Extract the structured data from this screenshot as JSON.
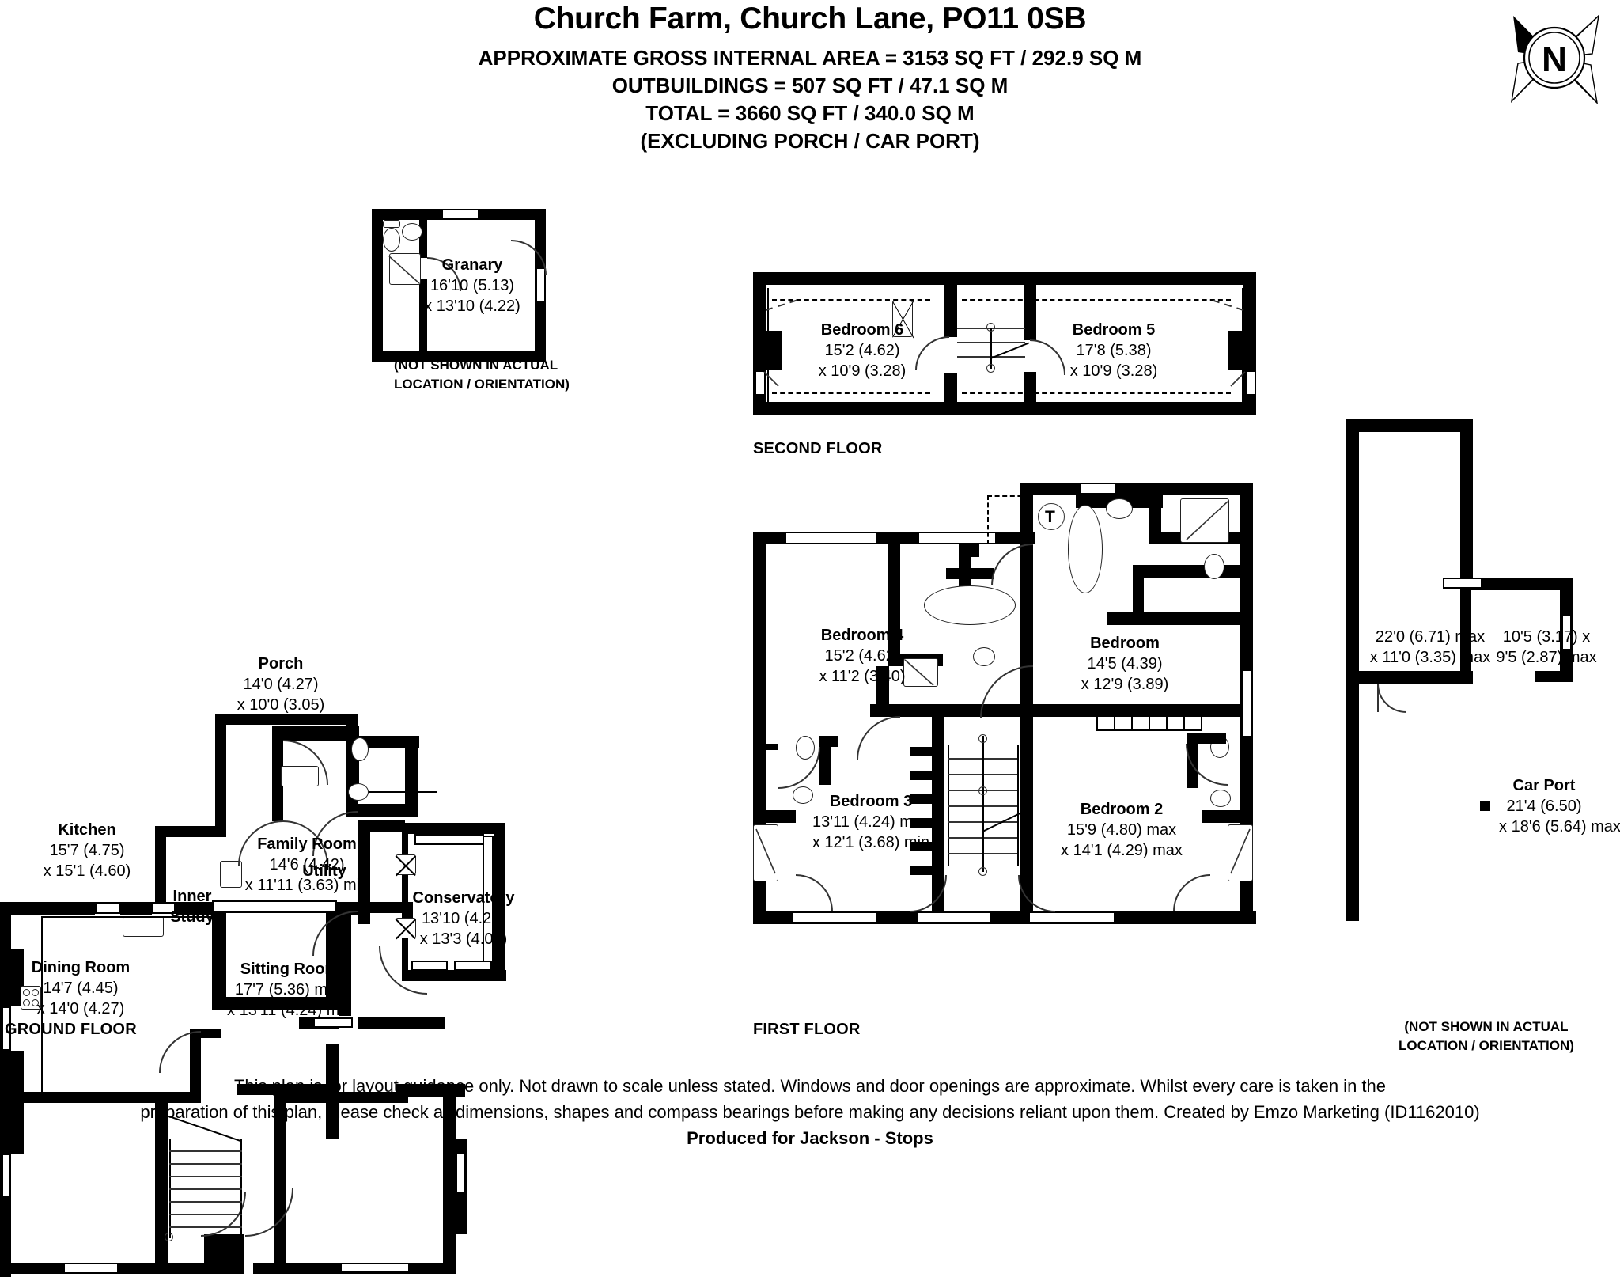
{
  "header": {
    "title": "Church Farm, Church Lane, PO11 0SB",
    "line1": "APPROXIMATE GROSS INTERNAL AREA = 3153 SQ FT / 292.9 SQ M",
    "line2": "OUTBUILDINGS = 507 SQ FT / 47.1 SQ M",
    "line3": "TOTAL = 3660 SQ FT / 340.0 SQ M",
    "line4": "(EXCLUDING PORCH / CAR PORT)",
    "compass_label": "N"
  },
  "floors": {
    "ground": "GROUND FLOOR",
    "first": "FIRST FLOOR",
    "second": "SECOND FLOOR",
    "granary_note_l1": "(NOT SHOWN IN ACTUAL",
    "granary_note_l2": "LOCATION / ORIENTATION)",
    "carport_note_l1": "(NOT SHOWN IN ACTUAL",
    "carport_note_l2": "LOCATION / ORIENTATION)"
  },
  "rooms": {
    "kitchen": {
      "name": "Kitchen",
      "d1": "15'7 (4.75)",
      "d2": "x 15'1 (4.60)"
    },
    "inner_study": {
      "name": "Inner",
      "d1": "Study",
      "d2": ""
    },
    "dining": {
      "name": "Dining Room",
      "d1": "14'7 (4.45)",
      "d2": "x 14'0 (4.27)"
    },
    "sitting": {
      "name": "Sitting Room",
      "d1": "17'7 (5.36) max",
      "d2": "x 13'11 (4.24) min"
    },
    "family": {
      "name": "Family Room",
      "d1": "14'6 (4.42)",
      "d2": "x 11'11 (3.63) min"
    },
    "utility": {
      "name": "Utility",
      "d1": "",
      "d2": ""
    },
    "porch": {
      "name": "Porch",
      "d1": "14'0 (4.27)",
      "d2": "x 10'0 (3.05)"
    },
    "conservatory": {
      "name": "Conservatory",
      "d1": "13'10 (4.22)",
      "d2": "x 13'3 (4.04)"
    },
    "granary": {
      "name": "Granary",
      "d1": "16'10 (5.13)",
      "d2": "x 13'10 (4.22)"
    },
    "bedroom6": {
      "name": "Bedroom 6",
      "d1": "15'2 (4.62)",
      "d2": "x 10'9 (3.28)"
    },
    "bedroom5": {
      "name": "Bedroom 5",
      "d1": "17'8 (5.38)",
      "d2": "x 10'9 (3.28)"
    },
    "bedroom4": {
      "name": "Bedroom 4",
      "d1": "15'2 (4.62)",
      "d2": "x 11'2 (3.40)"
    },
    "bedroom": {
      "name": "Bedroom",
      "d1": "14'5 (4.39)",
      "d2": "x 12'9 (3.89)"
    },
    "bedroom3": {
      "name": "Bedroom 3",
      "d1": "13'11 (4.24) max",
      "d2": "x 12'1 (3.68) min"
    },
    "bedroom2": {
      "name": "Bedroom 2",
      "d1": "15'9 (4.80) max",
      "d2": "x 14'1 (4.29) max"
    },
    "carport": {
      "name": "Car Port",
      "d1": "21'4 (6.50)",
      "d2": "x 18'6 (5.64) max"
    },
    "store_left": {
      "name": "",
      "d1": "22'0 (6.71) max",
      "d2": "x 11'0 (3.35) max"
    },
    "store_right": {
      "name": "",
      "d1": "10'5 (3.17) x",
      "d2": "9'5 (2.87) max"
    }
  },
  "annotations": {
    "tank_label": "T"
  },
  "footer": {
    "line1": "This plan is for layout guidance only. Not drawn to scale unless stated. Windows and door openings are approximate. Whilst every care is taken in the",
    "line2": "preparation of this plan, please check all dimensions, shapes and compass bearings before making any decisions reliant upon them. Created by Emzo Marketing (ID1162010)",
    "line3": "Produced for Jackson - Stops"
  },
  "colors": {
    "ink": "#000000",
    "paper": "#ffffff"
  }
}
